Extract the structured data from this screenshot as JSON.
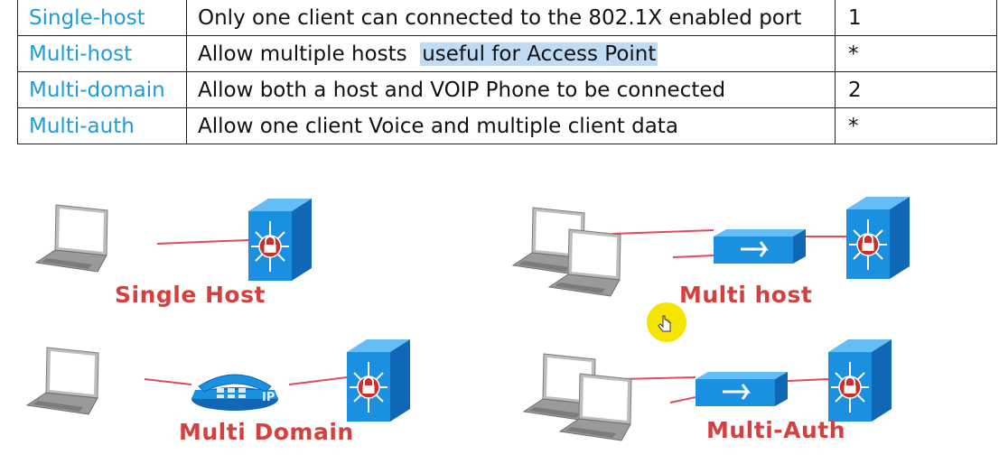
{
  "table": {
    "rows": [
      {
        "mode": "Single-host",
        "desc": "Only one client can connected to the 802.1X enabled port",
        "value": "1"
      },
      {
        "mode": "Multi-host",
        "desc_pre": "Allow multiple hosts  ",
        "desc_highlight": "useful for Access Point",
        "value": "*"
      },
      {
        "mode": "Multi-domain",
        "desc": "Allow both a host and VOIP Phone to be connected",
        "value": "2"
      },
      {
        "mode": "Multi-auth",
        "desc": "Allow one client Voice and multiple client data",
        "value": "*"
      }
    ]
  },
  "diagrams": {
    "single_host": "Single Host",
    "multi_host": "Multi host",
    "multi_domain": "Multi Domain",
    "multi_auth": "Multi-Auth",
    "phone_label": "IP"
  },
  "colors": {
    "mode_text": "#1f9bd8",
    "caption": "#d3413f",
    "highlight": "#bfdcf4",
    "switch_blue": "#1b8fe0",
    "cursor_marker": "#f5e400"
  },
  "icons": [
    "laptop-icon",
    "switch-lock-icon",
    "access-point-icon",
    "ip-phone-icon",
    "hand-cursor-icon"
  ]
}
